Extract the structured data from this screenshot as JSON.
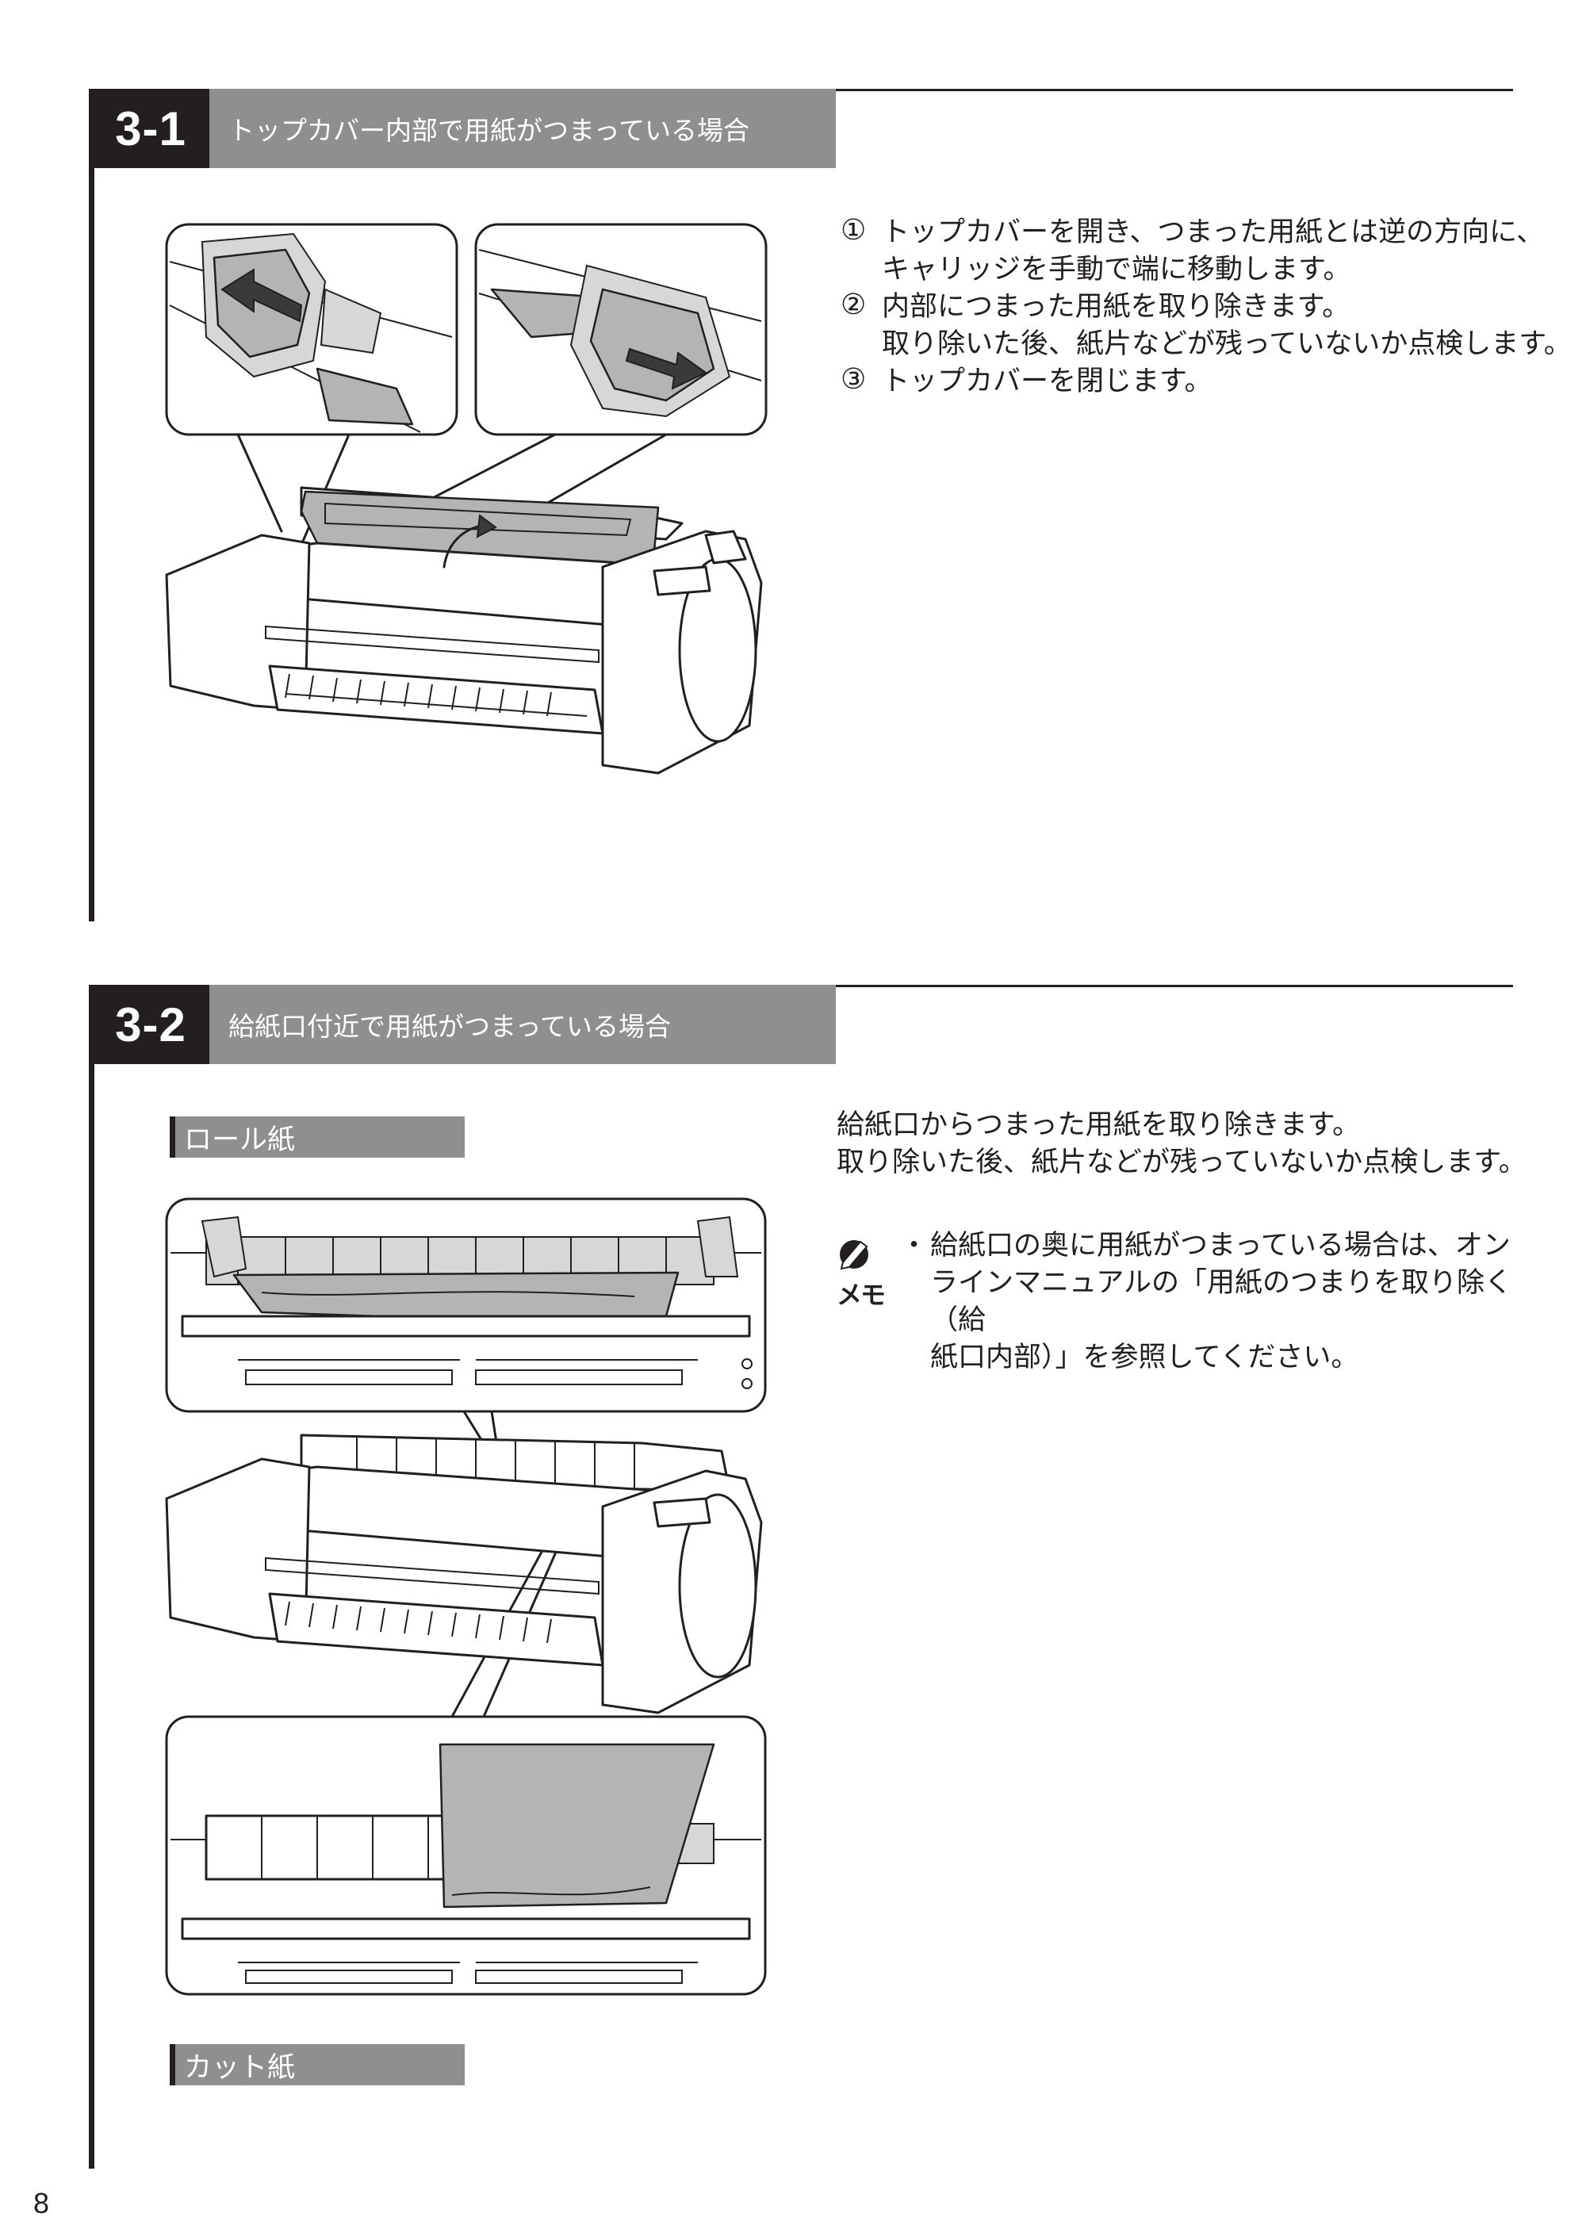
{
  "page_number": "8",
  "section1": {
    "number": "3-1",
    "title": "トップカバー内部で用紙がつまっている場合",
    "steps": [
      {
        "num": "①",
        "lines": [
          "トップカバーを開き、つまった用紙とは逆の方向に、",
          "キャリッジを手動で端に移動します。"
        ]
      },
      {
        "num": "②",
        "lines": [
          "内部につまった用紙を取り除きます。",
          "取り除いた後、紙片などが残っていないか点検します。"
        ]
      },
      {
        "num": "③",
        "lines": [
          "トップカバーを閉じます。"
        ]
      }
    ]
  },
  "section2": {
    "number": "3-2",
    "title": "給紙口付近で用紙がつまっている場合",
    "subhead_roll": "ロール紙",
    "subhead_cut": "カット紙",
    "text": [
      "給紙口からつまった用紙を取り除きます。",
      "取り除いた後、紙片などが残っていないか点検します。"
    ],
    "memo": {
      "label": "メモ",
      "bullet": "・",
      "lines": [
        "給紙口の奥に用紙がつまっている場合は、オン",
        "ラインマニュアルの「用紙のつまりを取り除く（給",
        "紙口内部）」を参照してください。"
      ]
    }
  },
  "icons": {
    "memo_icon": "pencil-memo-icon"
  }
}
